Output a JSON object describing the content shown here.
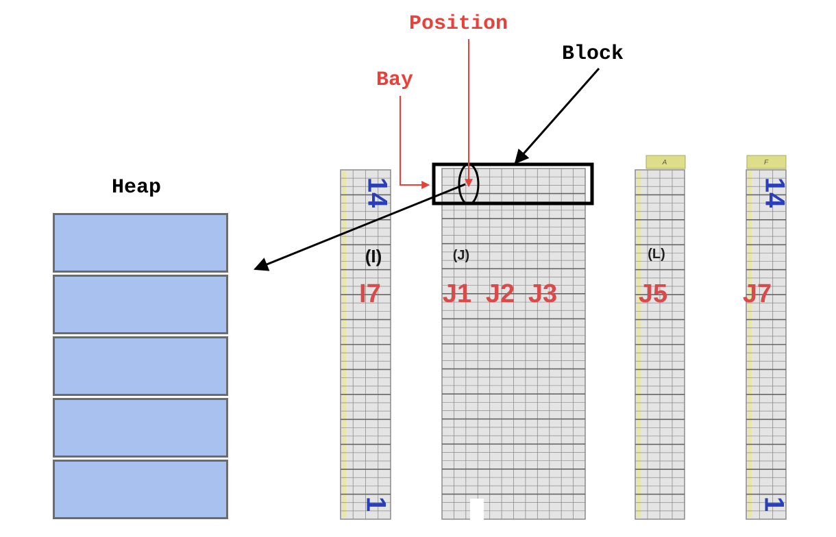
{
  "labels": {
    "heap": "Heap",
    "block": "Block",
    "bay": "Bay",
    "position": "Position"
  },
  "columns": {
    "left": {
      "top_number": "14",
      "letter": "(I)",
      "jetty": "I7",
      "bottom_number": "1"
    },
    "center": {
      "letter": "(J)",
      "jetties": [
        "J1",
        "J2",
        "J3"
      ]
    },
    "right1": {
      "header": "A",
      "letter": "(L)",
      "jetty": "J5"
    },
    "right2": {
      "header": "F",
      "top_number": "14",
      "jetty": "J7",
      "bottom_number": "1"
    }
  },
  "heap": {
    "slot_count": 5
  },
  "colors": {
    "accent_red": "#e8413a",
    "heap_fill": "#a9c1ef",
    "heap_border": "#6b6b6b",
    "yard_fill": "#e4e4e4",
    "yard_line": "#8a8a8a",
    "header_fill": "#dede8a",
    "stripe_fill": "#e8e6a8",
    "number_blue": "#2a3eb8",
    "jetty_red": "#d94a4a"
  }
}
